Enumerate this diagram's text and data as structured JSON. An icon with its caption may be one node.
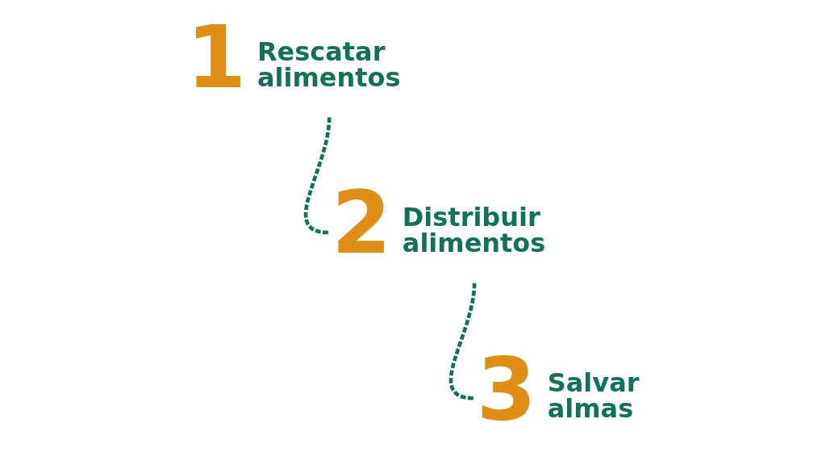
{
  "diagram": {
    "nodes": [
      {
        "text": [
          "1",
          "Rescatar alimentos"
        ]
      },
      {
        "text": [
          "2",
          "Distribuir alimentos"
        ]
      },
      {
        "text": [
          "3",
          "Salvar almas"
        ]
      }
    ],
    "edges": [
      {
        "from": 0,
        "to": 1,
        "arrow": "none",
        "style": "dashed"
      },
      {
        "from": 1,
        "to": 2,
        "arrow": "none",
        "style": "dashed"
      }
    ]
  }
}
